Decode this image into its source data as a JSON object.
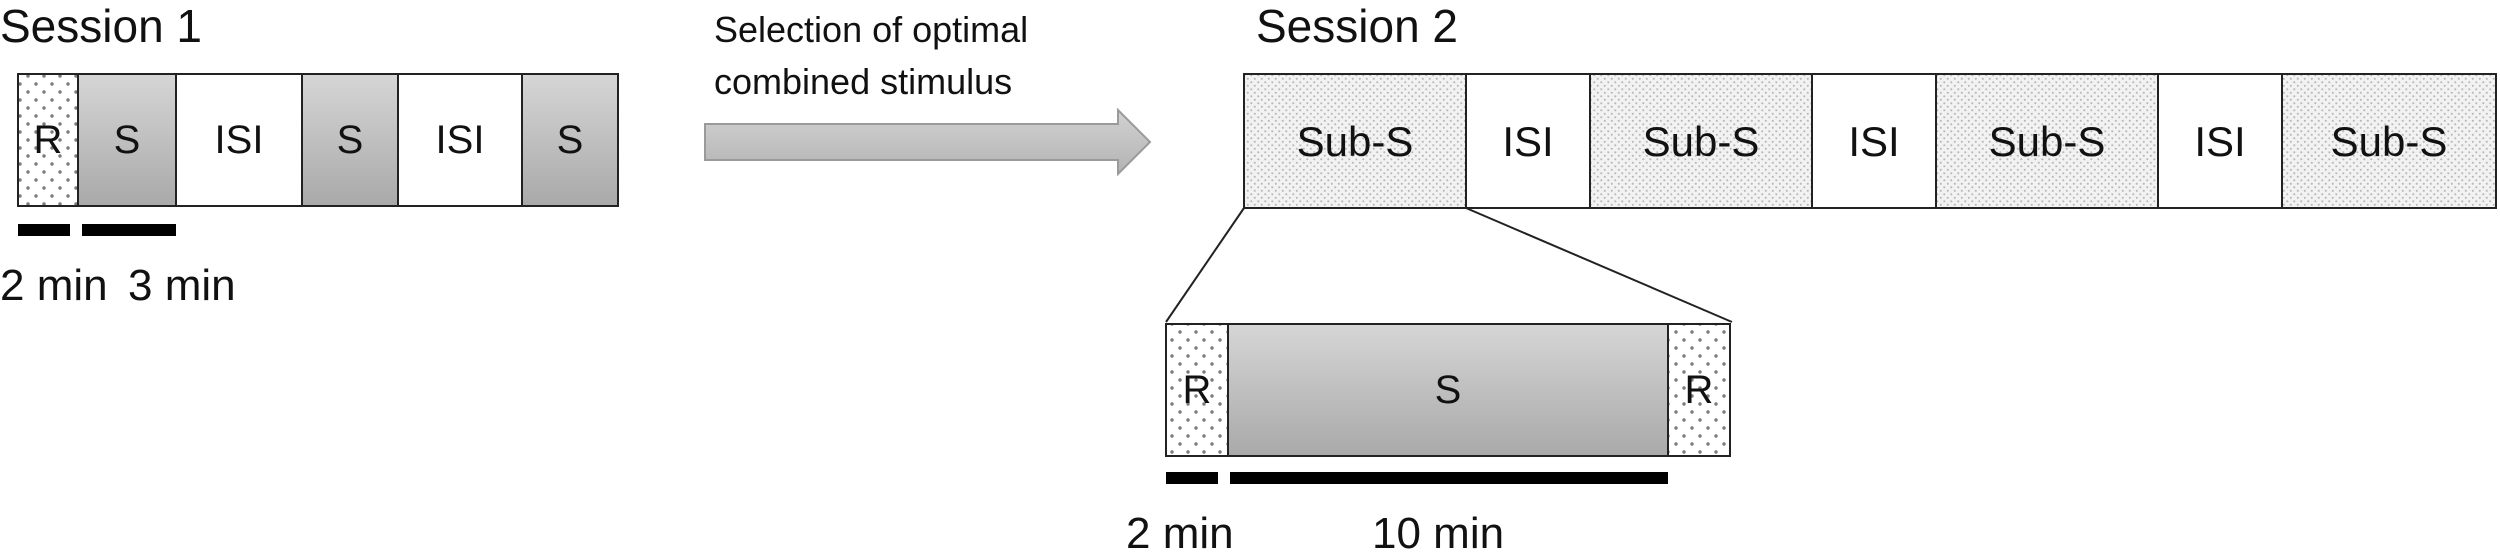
{
  "session1": {
    "title": "Session 1",
    "blocks": [
      {
        "label": "R",
        "kind": "rest"
      },
      {
        "label": "S",
        "kind": "stim"
      },
      {
        "label": "ISI",
        "kind": "isi"
      },
      {
        "label": "S",
        "kind": "stim"
      },
      {
        "label": "ISI",
        "kind": "isi"
      },
      {
        "label": "S",
        "kind": "stim"
      }
    ],
    "durations": [
      {
        "label": "2 min"
      },
      {
        "label": "3 min"
      }
    ]
  },
  "arrow": {
    "caption_line1": "Selection of optimal",
    "caption_line2": "combined stimulus"
  },
  "session2": {
    "title": "Session 2",
    "blocks": [
      {
        "label": "Sub-S",
        "kind": "sub"
      },
      {
        "label": "ISI",
        "kind": "isi"
      },
      {
        "label": "Sub-S",
        "kind": "sub"
      },
      {
        "label": "ISI",
        "kind": "isi"
      },
      {
        "label": "Sub-S",
        "kind": "sub"
      },
      {
        "label": "ISI",
        "kind": "isi"
      },
      {
        "label": "Sub-S",
        "kind": "sub"
      }
    ]
  },
  "zoom": {
    "blocks": [
      {
        "label": "R",
        "kind": "rest"
      },
      {
        "label": "S",
        "kind": "stim"
      },
      {
        "label": "R",
        "kind": "rest"
      }
    ],
    "durations": [
      {
        "label": "2 min"
      },
      {
        "label": "10 min"
      }
    ]
  },
  "colors": {
    "stroke": "#222222",
    "stim_top": "#d6d6d6",
    "stim_bottom": "#a9a9a9",
    "arrow_top": "#d2d2d2",
    "arrow_bottom": "#b3b3b3",
    "sub_dot": "#b8b8b8",
    "rest_dot": "#7a7a7a",
    "duration_bar": "#000000"
  }
}
